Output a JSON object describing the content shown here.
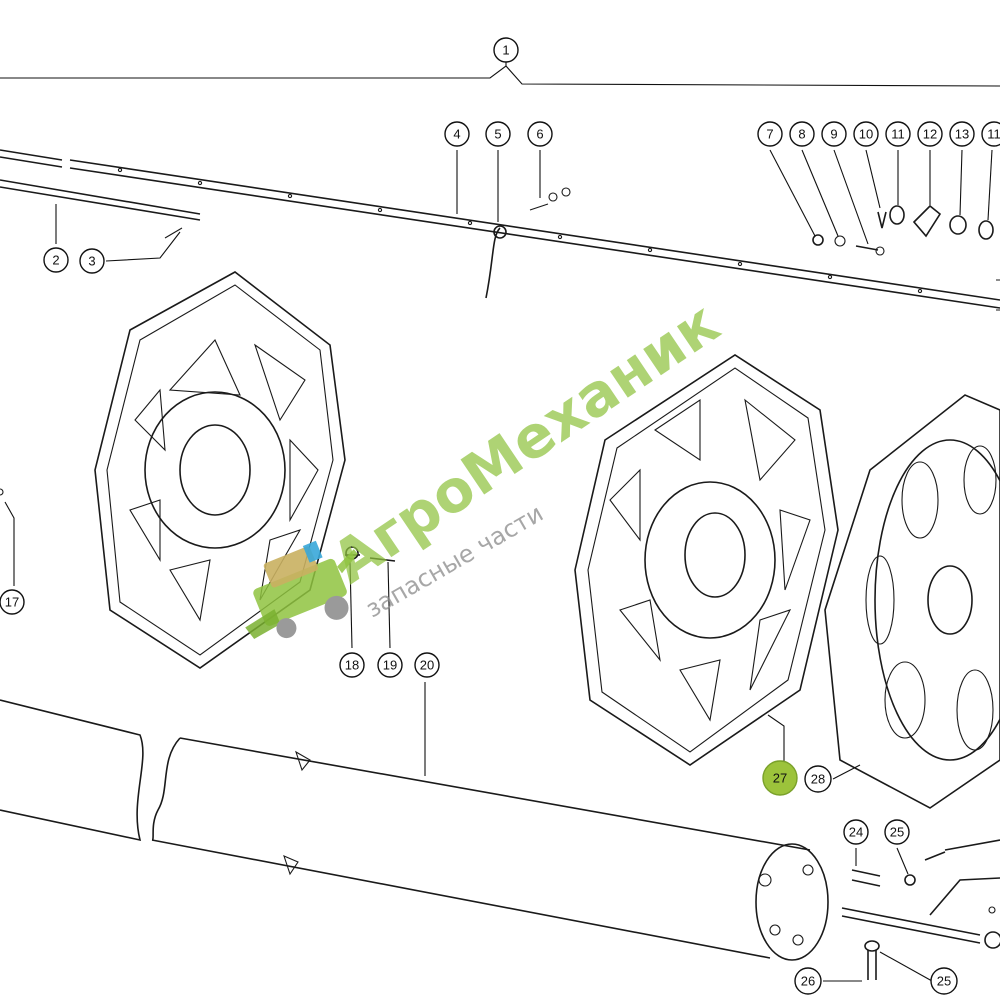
{
  "callouts": [
    {
      "label": "1"
    },
    {
      "label": "2"
    },
    {
      "label": "3"
    },
    {
      "label": "4"
    },
    {
      "label": "5"
    },
    {
      "label": "6"
    },
    {
      "label": "7"
    },
    {
      "label": "8"
    },
    {
      "label": "9"
    },
    {
      "label": "10"
    },
    {
      "label": "11"
    },
    {
      "label": "12"
    },
    {
      "label": "13"
    },
    {
      "label": "11"
    },
    {
      "label": "17"
    },
    {
      "label": "18"
    },
    {
      "label": "19"
    },
    {
      "label": "20"
    },
    {
      "label": "27"
    },
    {
      "label": "28"
    },
    {
      "label": "24"
    },
    {
      "label": "25"
    },
    {
      "label": "26"
    },
    {
      "label": "25"
    }
  ],
  "highlighted_callout": "27",
  "highlight_color": "#9cc33b",
  "watermark": {
    "brand": "АгроМеханик",
    "tagline": "запасные части",
    "brand_color": "#8fc33f",
    "logo": "combine-harvester-icon"
  }
}
